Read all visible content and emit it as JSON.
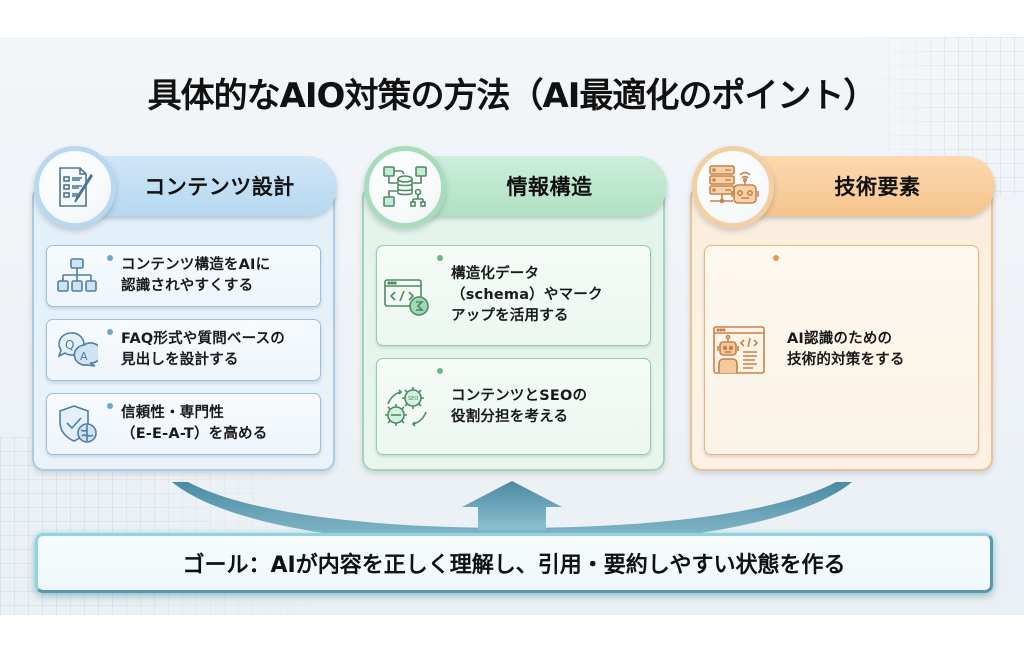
{
  "title": "具体的なAIO対策の方法（AI最適化のポイント）",
  "columns": [
    {
      "id": "content-design",
      "heading": "コンテンツ設計",
      "header_icon": "document-edit-icon",
      "color": "#b6d8f0",
      "items": [
        {
          "icon": "hierarchy-icon",
          "text": "コンテンツ構造をAIに\n認識されやすくする"
        },
        {
          "icon": "qa-bubbles-icon",
          "text": "FAQ形式や質問ベースの\n見出しを設計する"
        },
        {
          "icon": "shield-brain-icon",
          "text": "信頼性・専門性\n（E-E-A-T）を高める"
        }
      ]
    },
    {
      "id": "information-structure",
      "heading": "情報構造",
      "header_icon": "database-flow-icon",
      "color": "#b0e0c3",
      "items": [
        {
          "icon": "code-window-icon",
          "text": "構造化データ\n（schema）やマーク\nアップを活用する"
        },
        {
          "icon": "seo-gears-icon",
          "text": "コンテンツとSEOの\n役割分担を考える"
        }
      ]
    },
    {
      "id": "technical-elements",
      "heading": "技術要素",
      "header_icon": "server-robot-icon",
      "color": "#f6c48e",
      "items": [
        {
          "icon": "robot-code-window-icon",
          "text": "AI認識のための\n技術的対策をする"
        }
      ]
    }
  ],
  "goal": {
    "text": "ゴール：AIが内容を正しく理解し、引用・要約しやすい状態を作る",
    "arrow_color": "#4f8ea6"
  }
}
